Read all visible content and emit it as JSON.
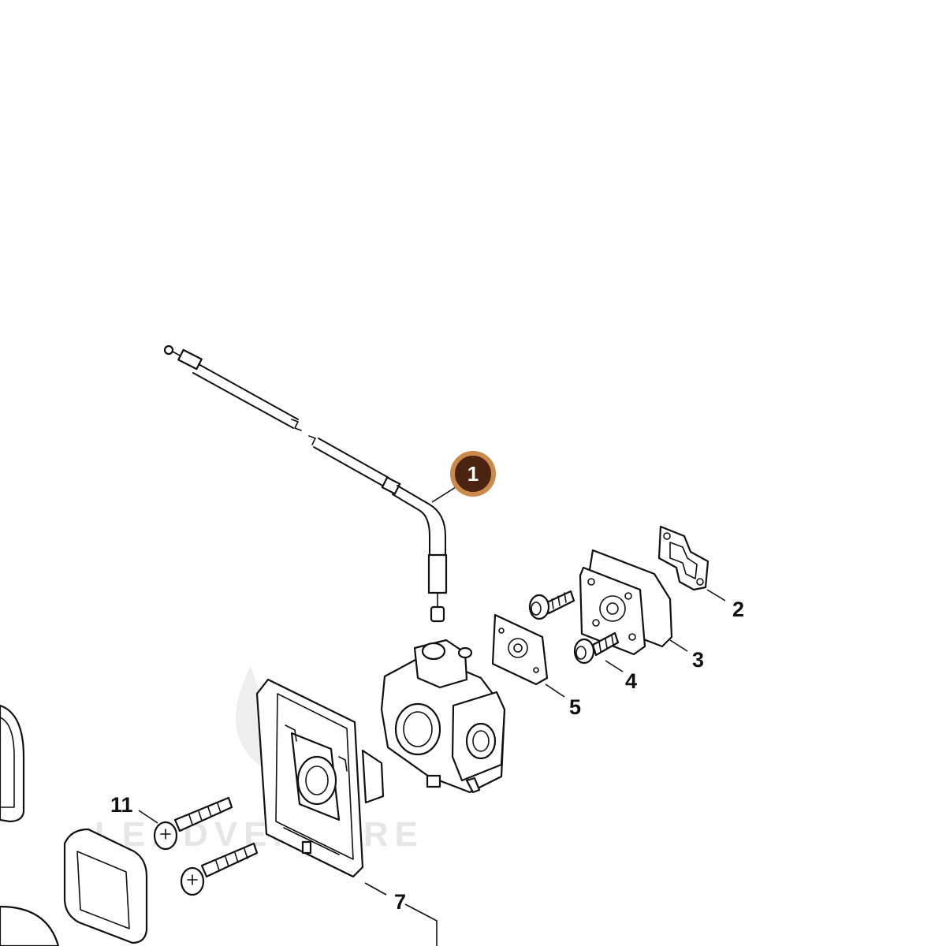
{
  "diagram": {
    "highlight_color": "#c98a4b",
    "badge_fill": "#4a2410",
    "highlighted_callout": "1",
    "callouts": [
      "2",
      "3",
      "4",
      "5",
      "7",
      "11"
    ]
  },
  "watermark": {
    "text": "LEADVENTURE",
    "logo": "flame-mark-icon"
  }
}
